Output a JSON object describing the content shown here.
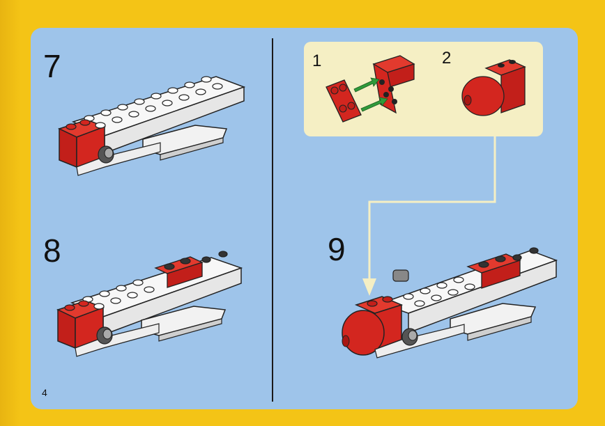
{
  "steps": [
    {
      "number": "7"
    },
    {
      "number": "8"
    },
    {
      "number": "9"
    }
  ],
  "callout": {
    "substeps": [
      {
        "number": "1"
      },
      {
        "number": "2"
      }
    ]
  },
  "page_number": "4",
  "colors": {
    "page_yellow": "#f4c416",
    "panel_blue": "#9ec4ea",
    "callout_cream": "#f5efc4",
    "brick_red": "#d3261f",
    "brick_white": "#f7f7f7",
    "arrow_green": "#2f9a3a",
    "arrow_yellow": "#f5efc4"
  }
}
